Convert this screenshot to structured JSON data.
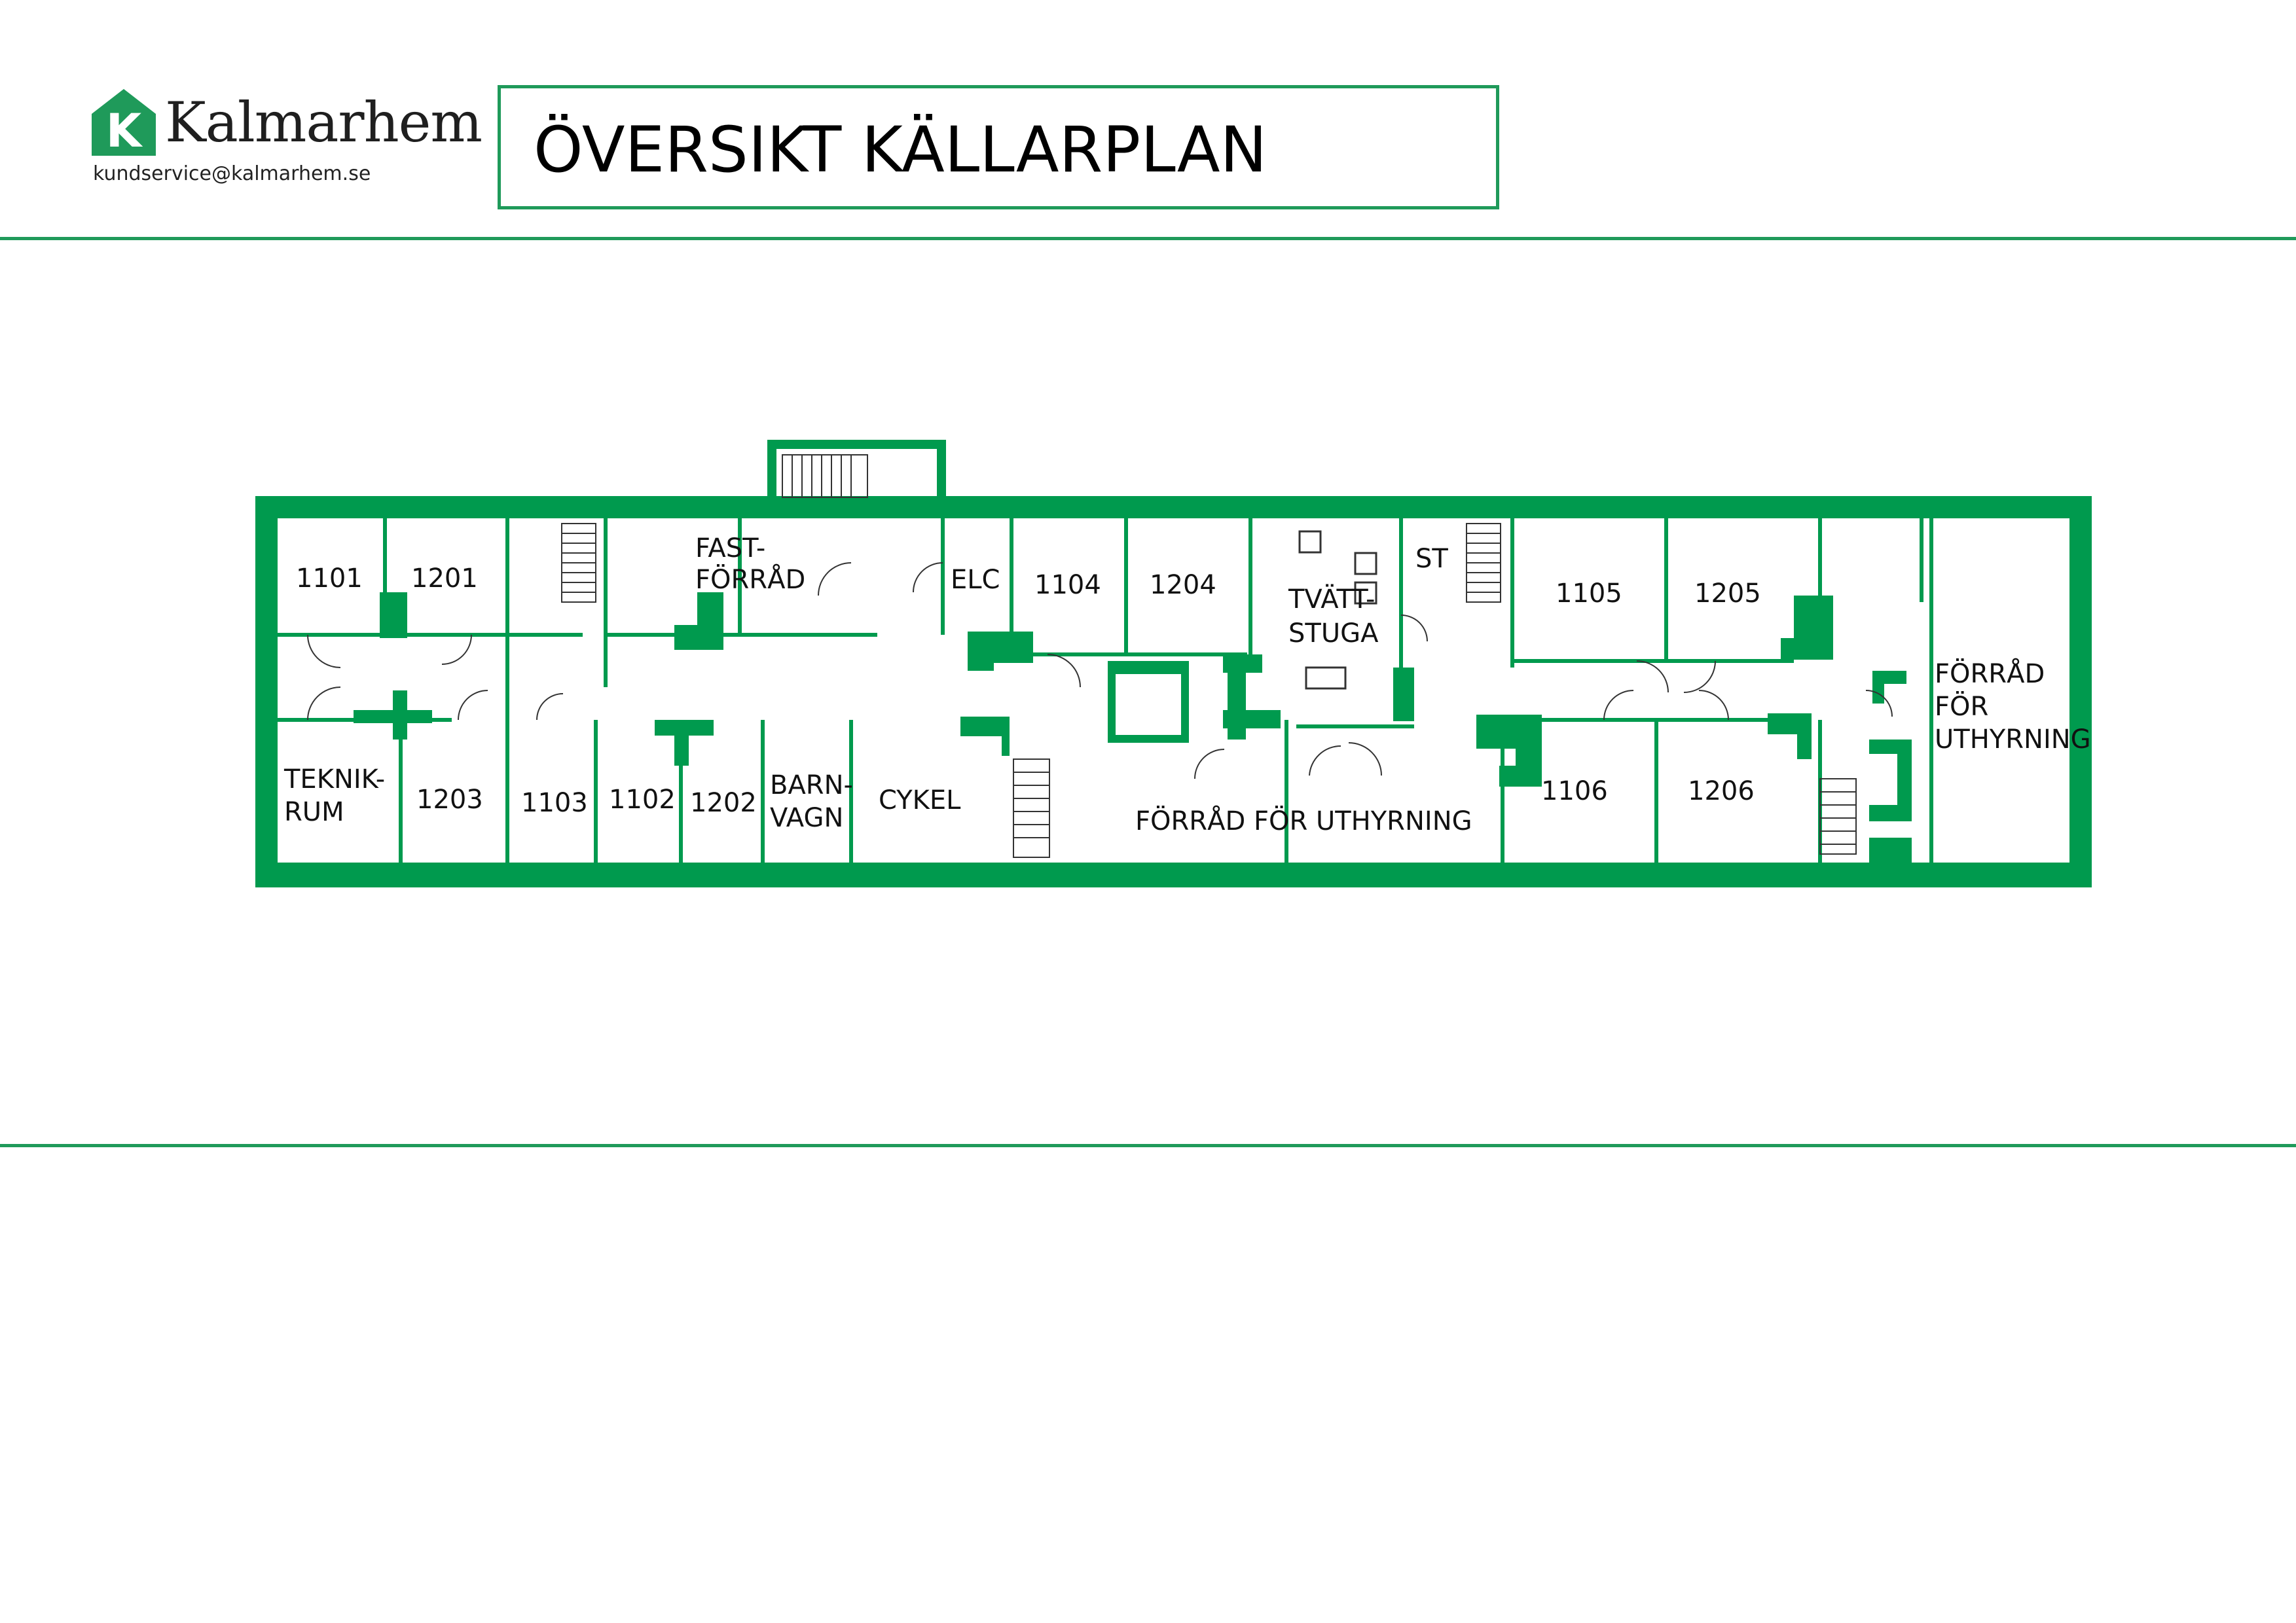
{
  "header": {
    "brand": "Kalmarhem",
    "logo_letter": "K",
    "email": "kundservice@kalmarhem.se",
    "title": "ÖVERSIKT KÄLLARPLAN"
  },
  "colors": {
    "accent": "#1f9a5a",
    "wall": "#009a4e"
  },
  "rooms": {
    "r1101": "1101",
    "r1201": "1201",
    "fast1": "FAST-",
    "fast2": "FÖRRÅD",
    "elc": "ELC",
    "r1104": "1104",
    "r1204": "1204",
    "tvatt1": "TVÄTT-",
    "tvatt2": "STUGA",
    "st": "ST",
    "r1105": "1105",
    "r1205": "1205",
    "forrad_r1": "FÖRRÅD",
    "forrad_r2": "FÖR",
    "forrad_r3": "UTHYRNING",
    "teknik1": "TEKNIK-",
    "teknik2": "RUM",
    "r1203": "1203",
    "r1103": "1103",
    "r1102": "1102",
    "r1202": "1202",
    "barn1": "BARN-",
    "barn2": "VAGN",
    "cykel": "CYKEL",
    "forrad_mid": "FÖRRÅD FÖR UTHYRNING",
    "r1106": "1106",
    "r1206": "1206"
  }
}
